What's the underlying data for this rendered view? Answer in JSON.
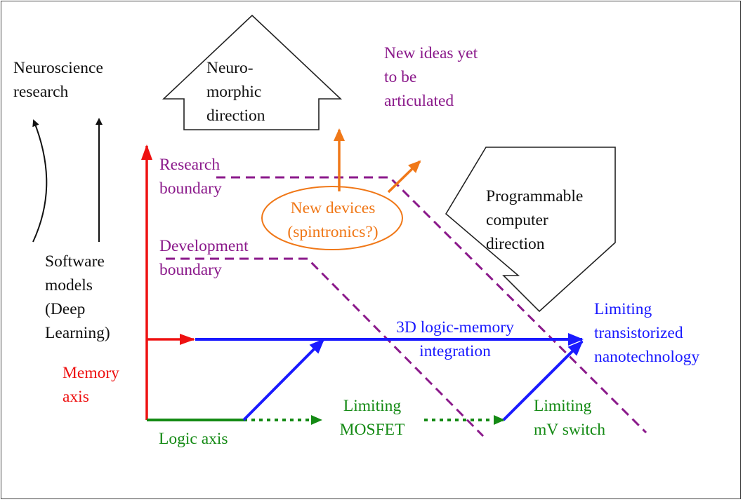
{
  "colors": {
    "memory": "#ee1111",
    "logic": "#148a14",
    "integration": "#1a1aff",
    "boundary": "#8B1A8B",
    "devices": "#f07818",
    "text": "#111111"
  },
  "labels": {
    "neuroscience": [
      "Neuroscience",
      "research"
    ],
    "software_models": [
      "Software",
      "models",
      "(Deep",
      "Learning)"
    ],
    "neuromorphic": [
      "Neuro-",
      "morphic",
      "direction"
    ],
    "new_ideas": [
      "New ideas yet",
      "to be",
      "articulated"
    ],
    "research_boundary": [
      "Research",
      "boundary"
    ],
    "development_boundary": [
      "Development",
      "boundary"
    ],
    "new_devices": [
      "New devices",
      "(spintronics?)"
    ],
    "programmable": [
      "Programmable",
      "computer",
      "direction"
    ],
    "limiting_transistorized": [
      "Limiting",
      "transistorized",
      "nanotechnology"
    ],
    "integration_3d": [
      "3D logic-memory",
      "integration"
    ],
    "memory_axis": [
      "Memory",
      "axis"
    ],
    "logic_axis": [
      "Logic axis"
    ],
    "limiting_mosfet": [
      "Limiting",
      "MOSFET"
    ],
    "limiting_mv_switch": [
      "Limiting",
      "mV switch"
    ]
  }
}
